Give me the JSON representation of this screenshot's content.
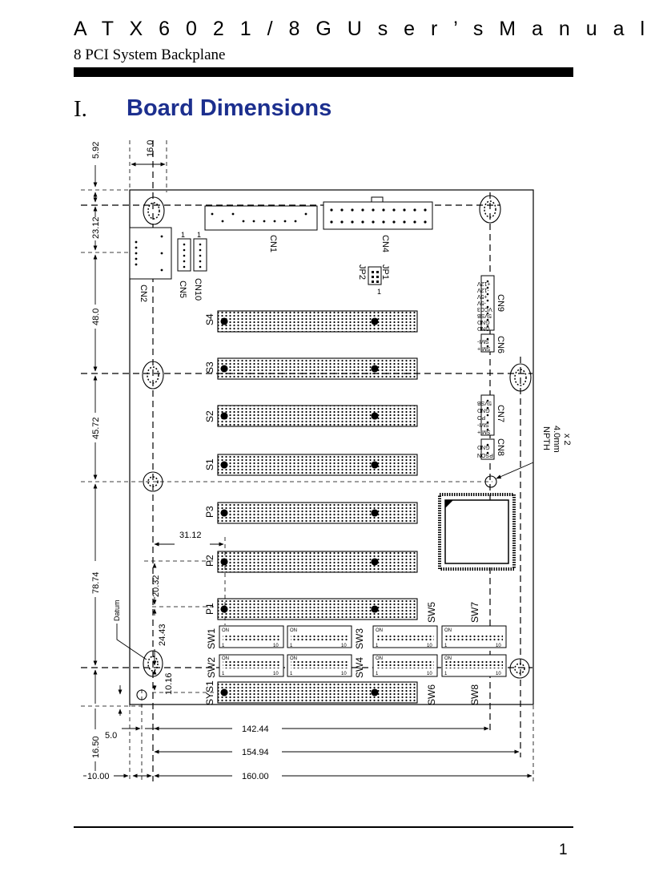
{
  "header": {
    "title": "A T X 6 0 2 1 / 8 G  U s e r ’ s  M a n u a l",
    "subtitle": "8 PCI System Backplane"
  },
  "section": {
    "number": "I.",
    "title": "Board Dimensions"
  },
  "page_number": "1",
  "dimensions": {
    "vertical": [
      "5.92",
      "23.12",
      "48.0",
      "45.72",
      "78.74",
      "16.50"
    ],
    "horizontal": [
      "16.0",
      "31.12",
      "142.44",
      "154.94",
      "160.00",
      "10.00",
      "5.0"
    ],
    "inner_vertical": [
      "20.32",
      "24.43",
      "10.16"
    ]
  },
  "labels": {
    "datum": "Datum",
    "npth": [
      "NPTH",
      "4.0mm",
      "x 2"
    ]
  },
  "connectors": {
    "cn1": "CN1",
    "cn2": "CN2",
    "cn4": "CN4",
    "cn5": "CN5",
    "cn10": "CN10",
    "jp1": "JP1",
    "jp2": "JP2",
    "cn6": "CN6",
    "cn7": "CN7",
    "cn8": "CN8",
    "cn9": "CN9",
    "pin_one": "1"
  },
  "slots": [
    "S4",
    "S3",
    "S2",
    "S1",
    "P3",
    "P2",
    "P1",
    "SYS1"
  ],
  "switches": {
    "names": [
      "SW1",
      "SW2",
      "SW3",
      "SW4",
      "SW5",
      "SW6",
      "SW7",
      "SW8"
    ],
    "on_label": "ON",
    "first_pin": "1",
    "last_pin": "10"
  },
  "pin_labels": {
    "cn9": [
      "+12V",
      "-12V",
      "+5V",
      "-5V",
      "VCC3",
      "5VSB",
      "GND",
      "GND"
    ],
    "cn6": [
      "SMI-",
      "SMI+"
    ],
    "cn7": [
      "5VSB",
      "GND",
      "PO",
      "SMI-",
      "SMI+"
    ],
    "cn8": [
      "GND",
      "PSON"
    ]
  }
}
